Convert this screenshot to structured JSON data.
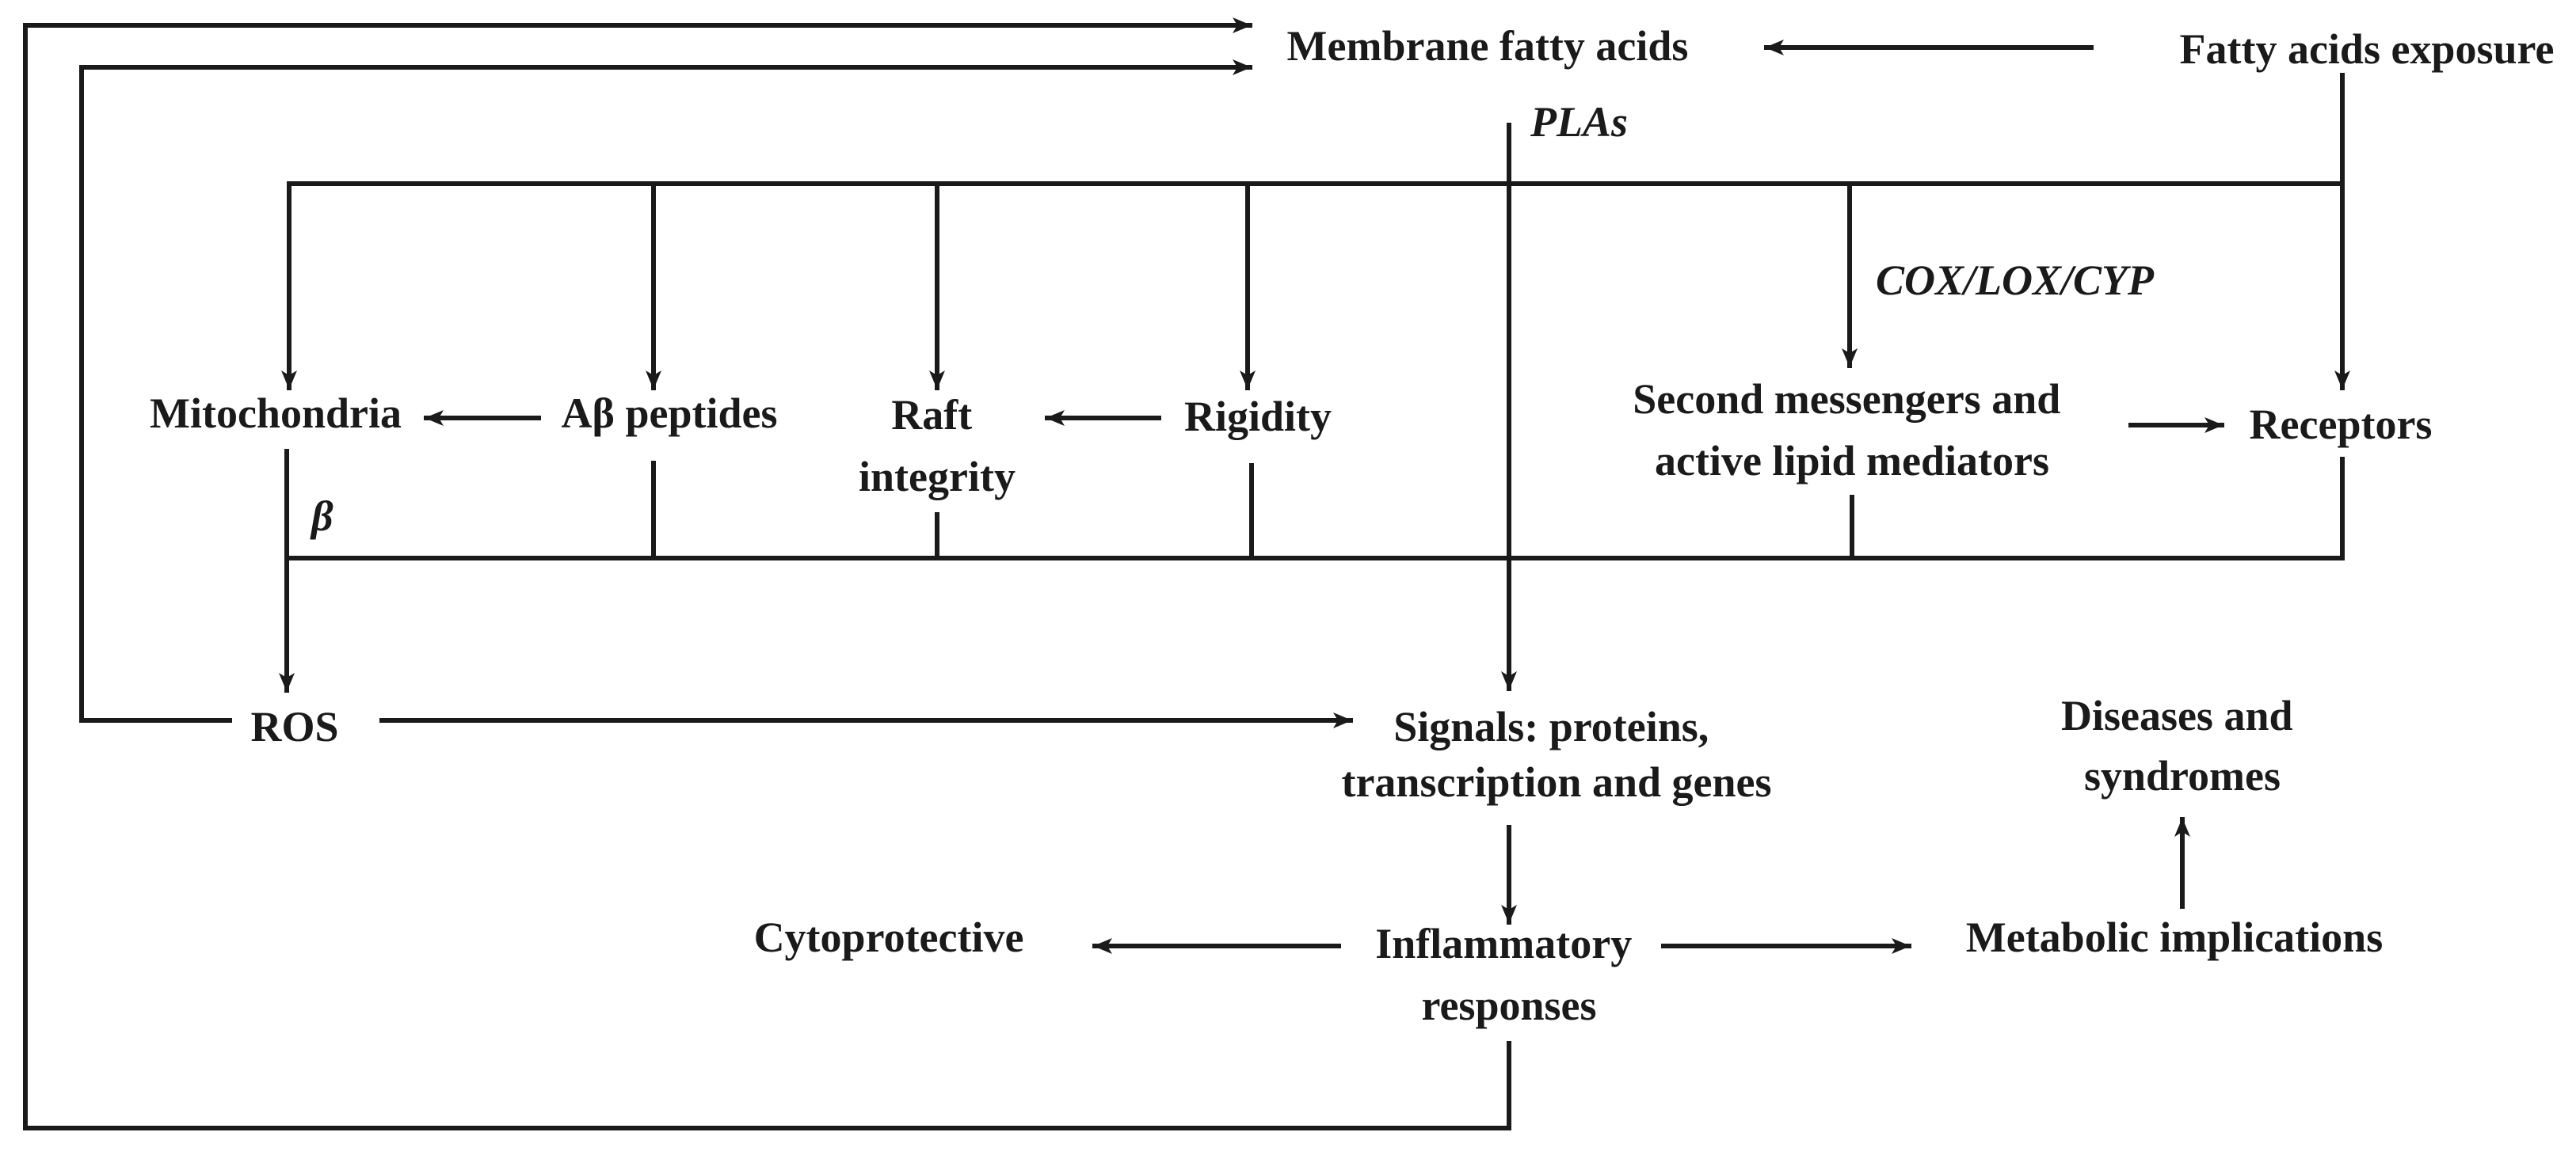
{
  "nodes": {
    "membrane_fatty_acids": "Membrane fatty acids",
    "fatty_acids_exposure": "Fatty acids exposure",
    "plas": "PLAs",
    "cox_lox_cyp": "COX/LOX/CYP",
    "mitochondria": "Mitochondria",
    "abeta_peptides": "Aβ peptides",
    "raft_integrity": [
      "Raft",
      "integrity"
    ],
    "rigidity": "Rigidity",
    "second_messengers": [
      "Second messengers and",
      "active lipid mediators"
    ],
    "receptors": "Receptors",
    "beta": "β",
    "ros": "ROS",
    "signals": [
      "Signals: proteins,",
      "transcription and genes"
    ],
    "diseases": [
      "Diseases and",
      "syndromes"
    ],
    "cytoprotective": "Cytoprotective",
    "inflammatory": [
      "Inflammatory",
      "responses"
    ],
    "metabolic": "Metabolic implications"
  }
}
